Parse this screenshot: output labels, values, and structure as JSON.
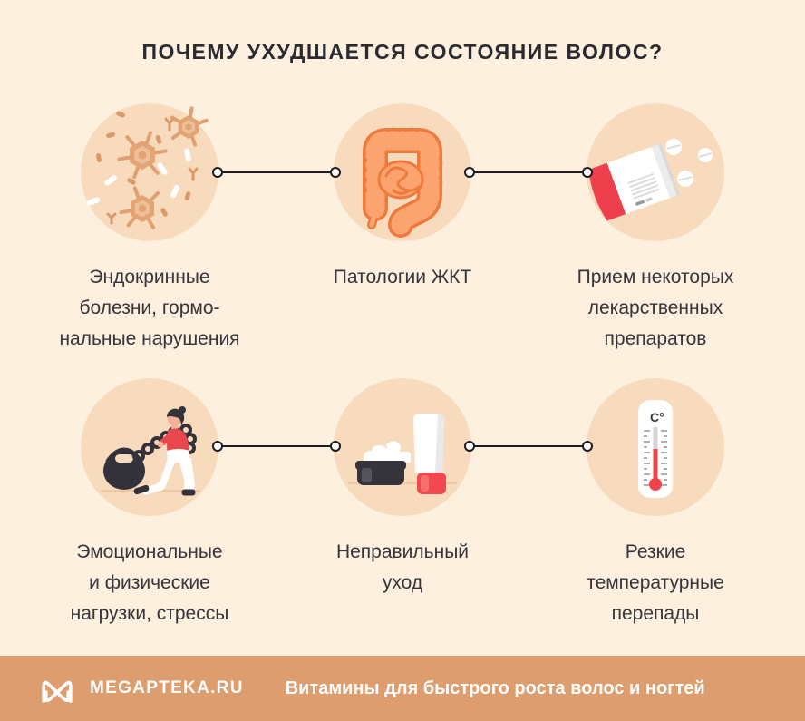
{
  "title": "ПОЧЕМУ УХУДШАЕТСЯ СОСТОЯНИЕ ВОЛОС?",
  "cards": [
    {
      "icon": "germs-icon",
      "caption": "Эндокринные\nболезни, гормо-\nнальные нарушения"
    },
    {
      "icon": "intestines-icon",
      "caption": "Патологии ЖКТ"
    },
    {
      "icon": "pills-icon",
      "caption": "Прием некоторых\nлекарственных\nпрепаратов"
    },
    {
      "icon": "stress-icon",
      "caption": "Эмоциональные\nи физические\nнагрузки, стрессы"
    },
    {
      "icon": "skincare-icon",
      "caption": "Неправильный\nуход"
    },
    {
      "icon": "thermometer-icon",
      "caption": "Резкие\nтемпературные\nперепады"
    }
  ],
  "thermometer_label": "C°",
  "footer": {
    "brand": "MEGAPTEKA.RU",
    "tagline": "Витамины для быстрого роста волос и ногтей"
  },
  "colors": {
    "background": "#fdf0de",
    "circle": "#f8dbbd",
    "footer_background": "#dd9d6e",
    "text": "#37343c",
    "accent_red": "#ee4149",
    "organ_orange": "#fca46f",
    "organ_outline": "#ef7a3d",
    "germ_tan": "#dfa072",
    "dark": "#33323a",
    "white": "#ffffff"
  }
}
